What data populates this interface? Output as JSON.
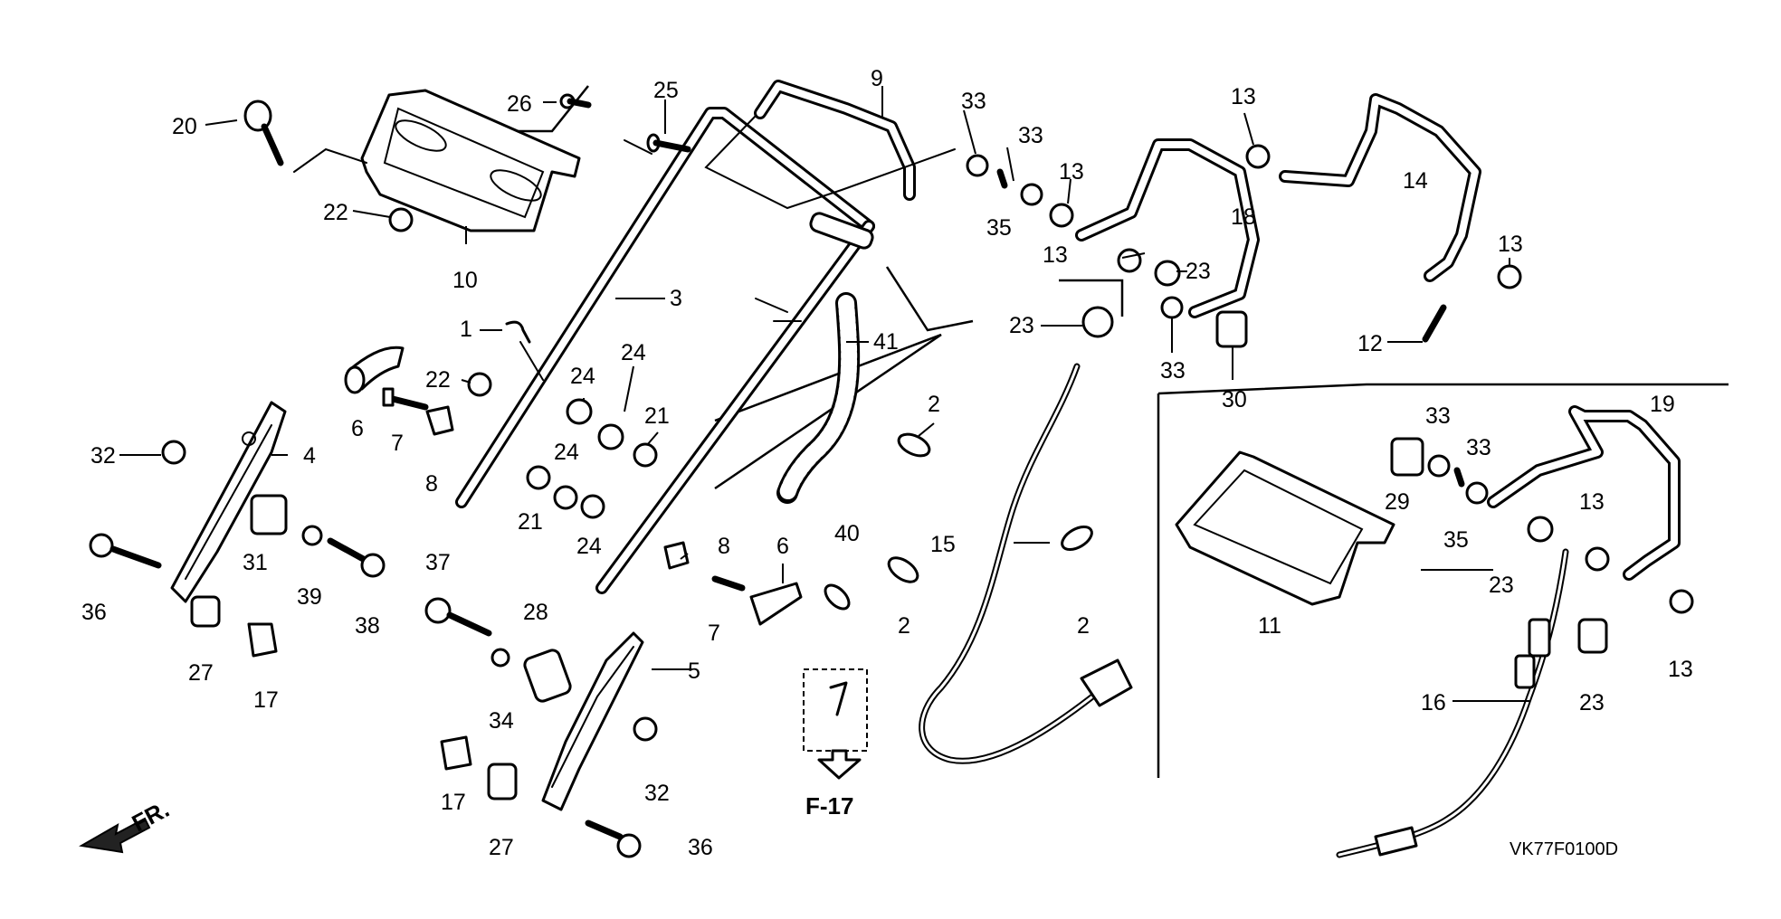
{
  "diagram_code": "VK77F0100D",
  "page_ref": "F-17",
  "direction_label": "FR.",
  "callouts": [
    "1",
    "2",
    "3",
    "4",
    "5",
    "6",
    "7",
    "8",
    "9",
    "10",
    "11",
    "12",
    "13",
    "14",
    "15",
    "16",
    "17",
    "18",
    "19",
    "20",
    "21",
    "22",
    "23",
    "24",
    "25",
    "26",
    "27",
    "28",
    "29",
    "30",
    "31",
    "32",
    "33",
    "34",
    "35",
    "36",
    "37",
    "38",
    "39",
    "40",
    "41"
  ]
}
